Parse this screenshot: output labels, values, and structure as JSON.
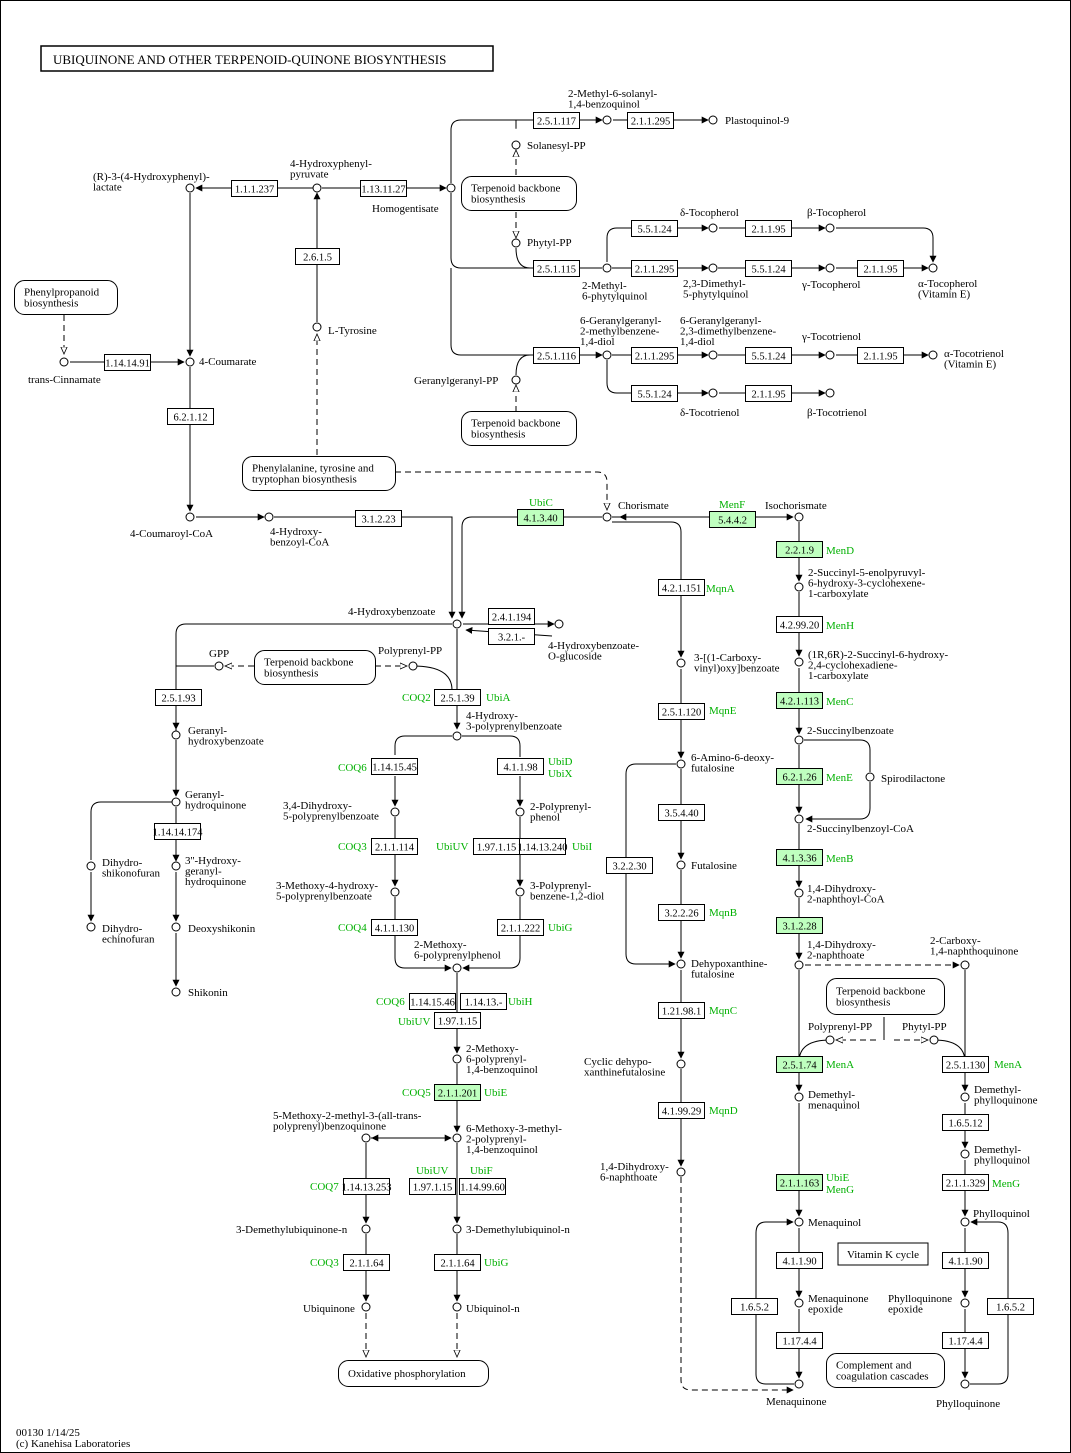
{
  "title": "UBIQUINONE AND OTHER TERPENOID-QUINONE BIOSYNTHESIS",
  "footer": {
    "line1": "00130 1/14/25",
    "line2": "(c) Kanehisa Laboratories"
  },
  "enzymes": [
    {
      "id": "e1",
      "label": "1.1.1.237",
      "hl": false
    },
    {
      "id": "e2",
      "label": "1.13.11.27",
      "hl": false
    },
    {
      "id": "e3",
      "label": "2.6.1.5",
      "hl": false
    },
    {
      "id": "e4",
      "label": "1.14.14.91",
      "hl": false
    },
    {
      "id": "e5",
      "label": "6.2.1.12",
      "hl": false
    },
    {
      "id": "e6",
      "label": "3.1.2.23",
      "hl": false
    },
    {
      "id": "e7",
      "label": "2.5.1.117",
      "hl": false
    },
    {
      "id": "e8",
      "label": "2.1.1.295",
      "hl": false
    },
    {
      "id": "e9",
      "label": "2.5.1.115",
      "hl": false
    },
    {
      "id": "e10",
      "label": "2.1.1.295",
      "hl": false
    },
    {
      "id": "e11",
      "label": "5.5.1.24",
      "hl": false
    },
    {
      "id": "e12",
      "label": "2.1.1.95",
      "hl": false
    },
    {
      "id": "e13",
      "label": "5.5.1.24",
      "hl": false
    },
    {
      "id": "e14",
      "label": "2.1.1.95",
      "hl": false
    },
    {
      "id": "e15",
      "label": "2.5.1.116",
      "hl": false
    },
    {
      "id": "e16",
      "label": "2.1.1.295",
      "hl": false
    },
    {
      "id": "e17",
      "label": "5.5.1.24",
      "hl": false
    },
    {
      "id": "e18",
      "label": "2.1.1.95",
      "hl": false
    },
    {
      "id": "e19",
      "label": "5.5.1.24",
      "hl": false
    },
    {
      "id": "e20",
      "label": "2.1.1.95",
      "hl": false
    },
    {
      "id": "e21",
      "label": "4.1.3.40",
      "hl": true
    },
    {
      "id": "e22",
      "label": "5.4.4.2",
      "hl": true
    },
    {
      "id": "e23",
      "label": "2.4.1.194",
      "hl": false
    },
    {
      "id": "e24",
      "label": "3.2.1.-",
      "hl": false
    },
    {
      "id": "e25",
      "label": "2.5.1.93",
      "hl": false
    },
    {
      "id": "e26",
      "label": "2.5.1.39",
      "hl": false
    },
    {
      "id": "e27",
      "label": "1.14.14.174",
      "hl": false
    },
    {
      "id": "e28",
      "label": "1.14.15.45",
      "hl": false
    },
    {
      "id": "e29",
      "label": "4.1.1.98",
      "hl": false
    },
    {
      "id": "e30",
      "label": "2.1.1.114",
      "hl": false
    },
    {
      "id": "e31",
      "label": "1.97.1.15",
      "hl": false
    },
    {
      "id": "e32",
      "label": "1.14.13.240",
      "hl": false
    },
    {
      "id": "e33",
      "label": "4.1.1.130",
      "hl": false
    },
    {
      "id": "e34",
      "label": "2.1.1.222",
      "hl": false
    },
    {
      "id": "e35",
      "label": "1.14.15.46",
      "hl": false
    },
    {
      "id": "e36",
      "label": "1.14.13.-",
      "hl": false
    },
    {
      "id": "e37",
      "label": "1.97.1.15",
      "hl": false
    },
    {
      "id": "e38",
      "label": "2.1.1.201",
      "hl": true
    },
    {
      "id": "e39",
      "label": "1.14.13.253",
      "hl": false
    },
    {
      "id": "e40",
      "label": "1.97.1.15",
      "hl": false
    },
    {
      "id": "e41",
      "label": "1.14.99.60",
      "hl": false
    },
    {
      "id": "e42",
      "label": "2.1.1.64",
      "hl": false
    },
    {
      "id": "e43",
      "label": "2.1.1.64",
      "hl": false
    },
    {
      "id": "e44",
      "label": "4.2.1.151",
      "hl": false
    },
    {
      "id": "e45",
      "label": "2.5.1.120",
      "hl": false
    },
    {
      "id": "e46",
      "label": "3.5.4.40",
      "hl": false
    },
    {
      "id": "e47",
      "label": "3.2.2.30",
      "hl": false
    },
    {
      "id": "e48",
      "label": "3.2.2.26",
      "hl": false
    },
    {
      "id": "e49",
      "label": "1.21.98.1",
      "hl": false
    },
    {
      "id": "e50",
      "label": "4.1.99.29",
      "hl": false
    },
    {
      "id": "e51",
      "label": "2.2.1.9",
      "hl": true
    },
    {
      "id": "e52",
      "label": "4.2.99.20",
      "hl": false
    },
    {
      "id": "e53",
      "label": "4.2.1.113",
      "hl": true
    },
    {
      "id": "e54",
      "label": "6.2.1.26",
      "hl": true
    },
    {
      "id": "e55",
      "label": "4.1.3.36",
      "hl": true
    },
    {
      "id": "e56",
      "label": "3.1.2.28",
      "hl": true
    },
    {
      "id": "e57",
      "label": "2.5.1.74",
      "hl": true
    },
    {
      "id": "e58",
      "label": "2.5.1.130",
      "hl": false
    },
    {
      "id": "e59",
      "label": "1.6.5.12",
      "hl": false
    },
    {
      "id": "e60",
      "label": "2.1.1.163",
      "hl": true
    },
    {
      "id": "e61",
      "label": "2.1.1.329",
      "hl": false
    },
    {
      "id": "e62",
      "label": "4.1.1.90",
      "hl": false
    },
    {
      "id": "e63",
      "label": "4.1.1.90",
      "hl": false
    },
    {
      "id": "e64",
      "label": "1.6.5.2",
      "hl": false
    },
    {
      "id": "e65",
      "label": "1.6.5.2",
      "hl": false
    },
    {
      "id": "e66",
      "label": "1.17.4.4",
      "hl": false
    },
    {
      "id": "e67",
      "label": "1.17.4.4",
      "hl": false
    }
  ],
  "genes": [
    {
      "id": "g1",
      "text": "UbiC"
    },
    {
      "id": "g2",
      "text": "MenF"
    },
    {
      "id": "g3",
      "text": "COQ2"
    },
    {
      "id": "g4",
      "text": "UbiA"
    },
    {
      "id": "g5",
      "text": "COQ6"
    },
    {
      "id": "g6",
      "text": "UbiD"
    },
    {
      "id": "g7",
      "text": "UbiX"
    },
    {
      "id": "g8",
      "text": "COQ3"
    },
    {
      "id": "g9",
      "text": "UbiUV"
    },
    {
      "id": "g10",
      "text": "UbiI"
    },
    {
      "id": "g11",
      "text": "COQ4"
    },
    {
      "id": "g12",
      "text": "UbiG"
    },
    {
      "id": "g13",
      "text": "COQ6"
    },
    {
      "id": "g14",
      "text": "UbiH"
    },
    {
      "id": "g15",
      "text": "UbiUV"
    },
    {
      "id": "g16",
      "text": "COQ5"
    },
    {
      "id": "g17",
      "text": "UbiE"
    },
    {
      "id": "g18",
      "text": "UbiUV"
    },
    {
      "id": "g19",
      "text": "UbiF"
    },
    {
      "id": "g20",
      "text": "COQ7"
    },
    {
      "id": "g21",
      "text": "COQ3"
    },
    {
      "id": "g22",
      "text": "UbiG"
    },
    {
      "id": "g23",
      "text": "MqnA"
    },
    {
      "id": "g24",
      "text": "MqnE"
    },
    {
      "id": "g25",
      "text": "MqnB"
    },
    {
      "id": "g26",
      "text": "MqnC"
    },
    {
      "id": "g27",
      "text": "MqnD"
    },
    {
      "id": "g28",
      "text": "MenD"
    },
    {
      "id": "g29",
      "text": "MenH"
    },
    {
      "id": "g30",
      "text": "MenC"
    },
    {
      "id": "g31",
      "text": "MenE"
    },
    {
      "id": "g32",
      "text": "MenB"
    },
    {
      "id": "g33",
      "text": "MenA"
    },
    {
      "id": "g34",
      "text": "MenA"
    },
    {
      "id": "g35",
      "text": "UbiE"
    },
    {
      "id": "g36",
      "text": "MenG"
    },
    {
      "id": "g37",
      "text": "MenG"
    }
  ],
  "maps": [
    {
      "id": "m1",
      "lines": [
        "Phenylpropanoid",
        "biosynthesis"
      ]
    },
    {
      "id": "m2",
      "lines": [
        "Terpenoid backbone",
        "biosynthesis"
      ]
    },
    {
      "id": "m3",
      "lines": [
        "Terpenoid backbone",
        "biosynthesis"
      ]
    },
    {
      "id": "m4",
      "lines": [
        "Phenylalanine, tyrosine and",
        "tryptophan biosynthesis"
      ]
    },
    {
      "id": "m5",
      "lines": [
        "Terpenoid backbone",
        "biosynthesis"
      ]
    },
    {
      "id": "m6",
      "lines": [
        "Terpenoid backbone",
        "biosynthesis"
      ]
    },
    {
      "id": "m7",
      "lines": [
        "Oxidative phosphorylation"
      ]
    },
    {
      "id": "m8",
      "lines": [
        "Complement and",
        "coagulation cascades"
      ]
    }
  ],
  "vitamin_k_label": "Vitamin K cycle",
  "compounds": [
    {
      "id": "c1",
      "lines": [
        "(R)-3-(4-Hydroxyphenyl)-",
        "lactate"
      ]
    },
    {
      "id": "c2",
      "lines": [
        "4-Hydroxyphenyl-",
        "pyruvate"
      ]
    },
    {
      "id": "c3",
      "lines": [
        "Homogentisate"
      ]
    },
    {
      "id": "c4",
      "lines": [
        "L-Tyrosine"
      ]
    },
    {
      "id": "c5",
      "lines": [
        "trans-Cinnamate"
      ]
    },
    {
      "id": "c6",
      "lines": [
        "4-Coumarate"
      ]
    },
    {
      "id": "c7",
      "lines": [
        "4-Coumaroyl-CoA"
      ]
    },
    {
      "id": "c8",
      "lines": [
        "4-Hydroxy-",
        "benzoyl-CoA"
      ]
    },
    {
      "id": "c9",
      "lines": [
        "2-Methyl-6-solanyl-",
        "1,4-benzoquinol"
      ]
    },
    {
      "id": "c10",
      "lines": [
        "Plastoquinol-9"
      ]
    },
    {
      "id": "c11",
      "lines": [
        "Solanesyl-PP"
      ]
    },
    {
      "id": "c12",
      "lines": [
        "Phytyl-PP"
      ]
    },
    {
      "id": "c13",
      "lines": [
        "δ-Tocopherol"
      ]
    },
    {
      "id": "c14",
      "lines": [
        "β-Tocopherol"
      ]
    },
    {
      "id": "c15",
      "lines": [
        "2-Methyl-",
        "6-phytylquinol"
      ]
    },
    {
      "id": "c16",
      "lines": [
        "2,3-Dimethyl-",
        "5-phytylquinol"
      ]
    },
    {
      "id": "c17",
      "lines": [
        "γ-Tocopherol"
      ]
    },
    {
      "id": "c18",
      "lines": [
        "α-Tocopherol",
        "(Vitamin E)"
      ]
    },
    {
      "id": "c19",
      "lines": [
        "6-Geranylgeranyl-",
        "2-methylbenzene-",
        "1,4-diol"
      ]
    },
    {
      "id": "c20",
      "lines": [
        "6-Geranylgeranyl-",
        "2,3-dimethylbenzene-",
        "1,4-diol"
      ]
    },
    {
      "id": "c21",
      "lines": [
        "γ-Tocotrienol"
      ]
    },
    {
      "id": "c22",
      "lines": [
        "α-Tocotrienol",
        "(Vitamin E)"
      ]
    },
    {
      "id": "c23",
      "lines": [
        "Geranylgeranyl-PP"
      ]
    },
    {
      "id": "c24",
      "lines": [
        "δ-Tocotrienol"
      ]
    },
    {
      "id": "c25",
      "lines": [
        "β-Tocotrienol"
      ]
    },
    {
      "id": "c26",
      "lines": [
        "Chorismate"
      ]
    },
    {
      "id": "c27",
      "lines": [
        "Isochorismate"
      ]
    },
    {
      "id": "c28",
      "lines": [
        "4-Hydroxybenzoate"
      ]
    },
    {
      "id": "c29",
      "lines": [
        "4-Hydroxybenzoate-",
        "O-glucoside"
      ]
    },
    {
      "id": "c30",
      "lines": [
        "GPP"
      ]
    },
    {
      "id": "c31",
      "lines": [
        "Polyprenyl-PP"
      ]
    },
    {
      "id": "c32",
      "lines": [
        "Geranyl-",
        "hydroxybenzoate"
      ]
    },
    {
      "id": "c33",
      "lines": [
        "Geranyl-",
        "hydroquinone"
      ]
    },
    {
      "id": "c34",
      "lines": [
        "Dihydro-",
        "shikonofuran"
      ]
    },
    {
      "id": "c35",
      "lines": [
        "3''-Hydroxy-",
        "geranyl-",
        "hydroquinone"
      ]
    },
    {
      "id": "c36",
      "lines": [
        "Dihydro-",
        "echinofuran"
      ]
    },
    {
      "id": "c37",
      "lines": [
        "Deoxyshikonin"
      ]
    },
    {
      "id": "c38",
      "lines": [
        "Shikonin"
      ]
    },
    {
      "id": "c39",
      "lines": [
        "4-Hydroxy-",
        "3-polyprenylbenzoate"
      ]
    },
    {
      "id": "c40",
      "lines": [
        "3,4-Dihydroxy-",
        "5-polyprenylbenzoate"
      ]
    },
    {
      "id": "c41",
      "lines": [
        "2-Polyprenyl-",
        "phenol"
      ]
    },
    {
      "id": "c42",
      "lines": [
        "3-Methoxy-4-hydroxy-",
        "5-polyprenylbenzoate"
      ]
    },
    {
      "id": "c43",
      "lines": [
        "3-Polyprenyl-",
        "benzene-1,2-diol"
      ]
    },
    {
      "id": "c44",
      "lines": [
        "2-Methoxy-",
        "6-polyprenylphenol"
      ]
    },
    {
      "id": "c45",
      "lines": [
        "2-Methoxy-",
        "6-polyprenyl-",
        "1,4-benzoquinol"
      ]
    },
    {
      "id": "c46",
      "lines": [
        "5-Methoxy-2-methyl-3-(all-trans-",
        "polyprenyl)benzoquinone"
      ]
    },
    {
      "id": "c47",
      "lines": [
        "6-Methoxy-3-methyl-",
        "2-polyprenyl-",
        "1,4-benzoquinol"
      ]
    },
    {
      "id": "c48",
      "lines": [
        "3-Demethylubiquinone-n"
      ]
    },
    {
      "id": "c49",
      "lines": [
        "3-Demethylubiquinol-n"
      ]
    },
    {
      "id": "c50",
      "lines": [
        "Ubiquinone"
      ]
    },
    {
      "id": "c51",
      "lines": [
        "Ubiquinol-n"
      ]
    },
    {
      "id": "c52",
      "lines": [
        "3-[(1-Carboxy-",
        "vinyl)oxy]benzoate"
      ]
    },
    {
      "id": "c53",
      "lines": [
        "6-Amino-6-deoxy-",
        "futalosine"
      ]
    },
    {
      "id": "c54",
      "lines": [
        "Futalosine"
      ]
    },
    {
      "id": "c55",
      "lines": [
        "Dehypoxanthine-",
        "futalosine"
      ]
    },
    {
      "id": "c56",
      "lines": [
        "Cyclic dehypo-",
        "xanthinefutalosine"
      ]
    },
    {
      "id": "c57",
      "lines": [
        "1,4-Dihydroxy-",
        "6-naphthoate"
      ]
    },
    {
      "id": "c58",
      "lines": [
        "2-Succinyl-5-enolpyruvyl-",
        "6-hydroxy-3-cyclohexene-",
        "1-carboxylate"
      ]
    },
    {
      "id": "c59",
      "lines": [
        "(1R,6R)-2-Succinyl-6-hydroxy-",
        "2,4-cyclohexadiene-",
        "1-carboxylate"
      ]
    },
    {
      "id": "c60",
      "lines": [
        "2-Succinylbenzoate"
      ]
    },
    {
      "id": "c61",
      "lines": [
        "Spirodilactone"
      ]
    },
    {
      "id": "c62",
      "lines": [
        "2-Succinylbenzoyl-CoA"
      ]
    },
    {
      "id": "c63",
      "lines": [
        "1,4-Dihydroxy-",
        "2-naphthoyl-CoA"
      ]
    },
    {
      "id": "c64",
      "lines": [
        "1,4-Dihydroxy-",
        "2-naphthoate"
      ]
    },
    {
      "id": "c65",
      "lines": [
        "2-Carboxy-",
        "1,4-naphthoquinone"
      ]
    },
    {
      "id": "c66",
      "lines": [
        "Polyprenyl-PP"
      ]
    },
    {
      "id": "c67",
      "lines": [
        "Phytyl-PP"
      ]
    },
    {
      "id": "c68",
      "lines": [
        "Demethyl-",
        "menaquinol"
      ]
    },
    {
      "id": "c69",
      "lines": [
        "Demethyl-",
        "phylloquinone"
      ]
    },
    {
      "id": "c70",
      "lines": [
        "Demethyl-",
        "phylloquinol"
      ]
    },
    {
      "id": "c71",
      "lines": [
        "Menaquinol"
      ]
    },
    {
      "id": "c72",
      "lines": [
        "Phylloquinol"
      ]
    },
    {
      "id": "c73",
      "lines": [
        "Menaquinone",
        "epoxide"
      ]
    },
    {
      "id": "c74",
      "lines": [
        "Phylloquinone",
        "epoxide"
      ]
    },
    {
      "id": "c75",
      "lines": [
        "Menaquinone"
      ]
    },
    {
      "id": "c76",
      "lines": [
        "Phylloquinone"
      ]
    }
  ]
}
